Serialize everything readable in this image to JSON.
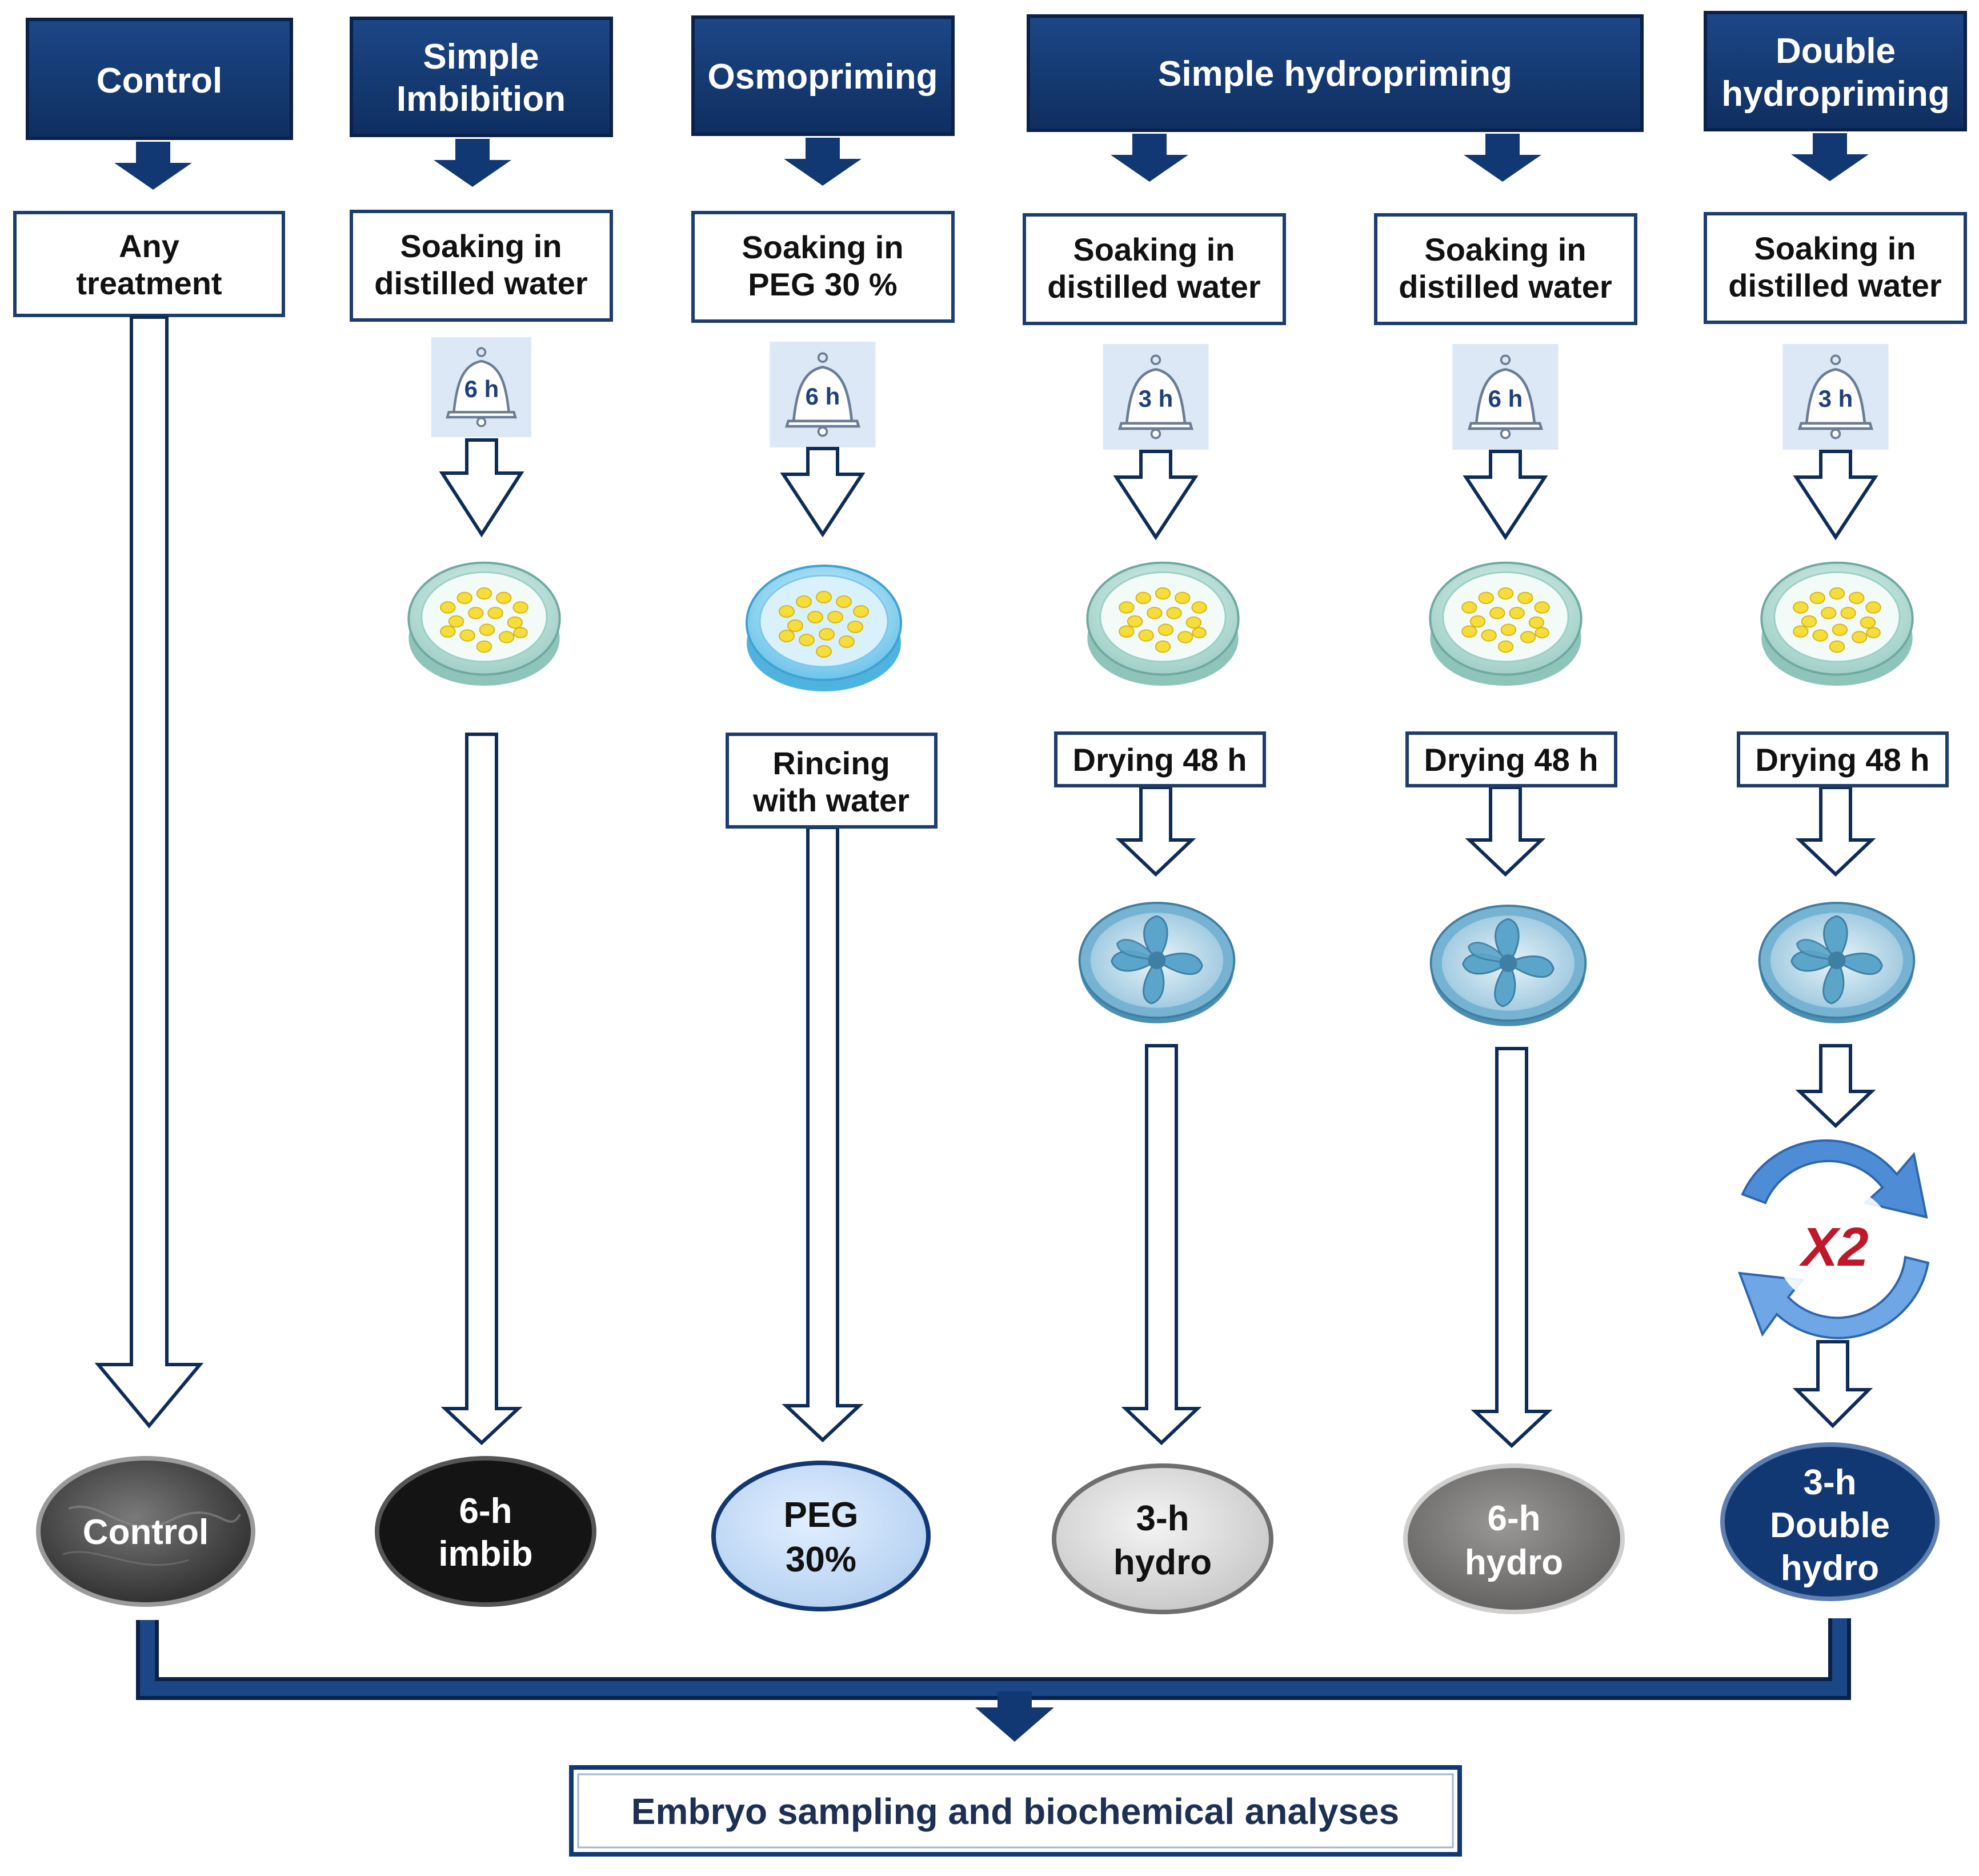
{
  "colors": {
    "header_fill": "#123873",
    "line": "#123873",
    "hollow_arrow_stroke": "#0f2c57",
    "box_stroke": "#1d3d6d",
    "dish_seed": "#f6dd3a",
    "dish_body": "#b9dfd8",
    "peg_dish_body": "#8dd3f0",
    "fan_blade": "#5aa5c9",
    "cycle_arrow": "#4f8cd6",
    "x2_red": "#c0182b"
  },
  "icons": {
    "timer": "bell-timer-icon",
    "dish": "petri-dish-with-seeds-icon",
    "fan": "fan-icon",
    "cycle": "repeat-cycle-icon"
  },
  "headers": {
    "control": [
      "Control"
    ],
    "imbibition": [
      "Simple",
      "Imbibition"
    ],
    "osmopriming": [
      "Osmopriming"
    ],
    "simple_hydropriming": [
      "Simple hydropriming"
    ],
    "double_hydropriming": [
      "Double",
      "hydropriming"
    ]
  },
  "treatment_boxes": {
    "control": [
      "Any",
      "treatment"
    ],
    "imbibition": [
      "Soaking in",
      "distilled water"
    ],
    "osmopriming": [
      "Soaking in",
      "PEG 30 %"
    ],
    "hydro_3h": [
      "Soaking in",
      "distilled water"
    ],
    "hydro_6h": [
      "Soaking in",
      "distilled water"
    ],
    "double_hydro": [
      "Soaking in",
      "distilled water"
    ]
  },
  "timers": {
    "imbibition": "6 h",
    "osmopriming": "6 h",
    "hydro_3h": "3 h",
    "hydro_6h": "6 h",
    "double_hydro": "3 h"
  },
  "rinse_box": [
    "Rincing",
    "with water"
  ],
  "drying_boxes": {
    "hydro_3h": "Drying 48 h",
    "hydro_6h": "Drying 48 h",
    "double_hydro": "Drying 48 h"
  },
  "repeat_label": "X2",
  "result_ovals": {
    "control": {
      "lines": [
        "Control"
      ],
      "fill": "#4f4f4f",
      "text_color": "#ffffff"
    },
    "imbib_6h": {
      "lines": [
        "6-h",
        "imbib"
      ],
      "fill": "#141414",
      "text_color": "#ffffff"
    },
    "peg_30": {
      "lines": [
        "PEG",
        "30%"
      ],
      "fill": "#c6dcf6",
      "text_color": "#111111"
    },
    "hydro_3h": {
      "lines": [
        "3-h",
        "hydro"
      ],
      "fill": "#dcdcdc",
      "text_color": "#111111"
    },
    "hydro_6h": {
      "lines": [
        "6-h",
        "hydro"
      ],
      "fill": "#7d7b7a",
      "text_color": "#ffffff"
    },
    "double_hydro_3h": {
      "lines": [
        "3-h",
        "Double",
        "hydro"
      ],
      "fill": "#123873",
      "text_color": "#ffffff"
    }
  },
  "final_box": "Embryo sampling and biochemical analyses"
}
